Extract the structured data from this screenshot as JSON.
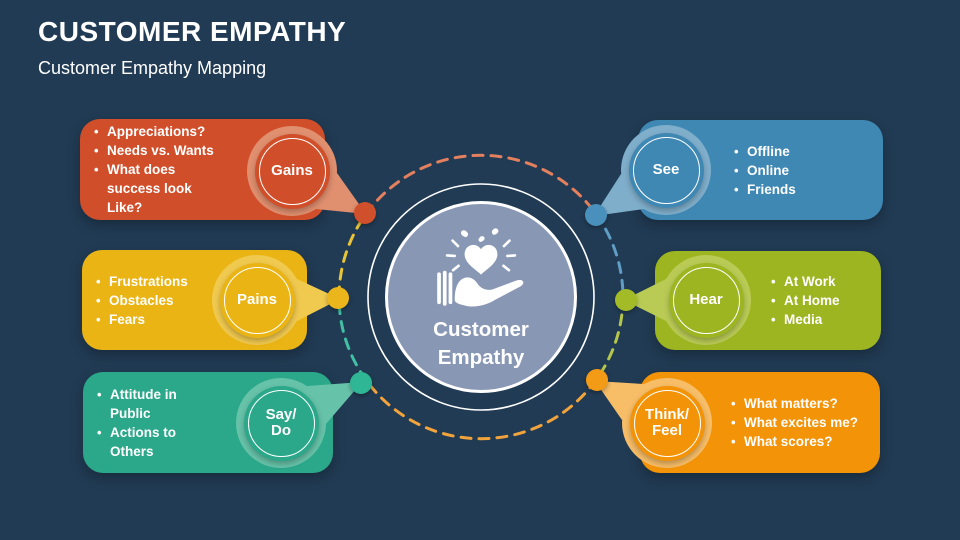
{
  "header": {
    "title": "CUSTOMER EMPATHY",
    "subtitle": "Customer Empathy Mapping"
  },
  "center": {
    "label": "Customer\nEmpathy",
    "icon": "hand-holding-heart"
  },
  "cards": {
    "gains": {
      "label": "Gains",
      "items": [
        "Appreciations?",
        "Needs vs. Wants",
        "What does success look Like?"
      ],
      "color": "#D14E2A",
      "ring_color": "#E08F6F",
      "dot_color": "#D1502C"
    },
    "pains": {
      "label": "Pains",
      "items": [
        "Frustrations",
        "Obstacles",
        "Fears"
      ],
      "color": "#E9B414",
      "ring_color": "#F0C94F",
      "dot_color": "#EAB61B"
    },
    "saydo": {
      "label": "Say/\nDo",
      "items": [
        "Attitude in Public",
        "Actions to Others"
      ],
      "color": "#2BA78A",
      "ring_color": "#66C2A8",
      "dot_color": "#2FB695"
    },
    "see": {
      "label": "See",
      "items": [
        "Offline",
        "Online",
        "Friends"
      ],
      "color": "#3F88B4",
      "ring_color": "#7FAECB",
      "dot_color": "#4A90BC"
    },
    "hear": {
      "label": "Hear",
      "items": [
        "At Work",
        "At Home",
        "Media"
      ],
      "color": "#9EB522",
      "ring_color": "#B9CB55",
      "dot_color": "#A3BB27"
    },
    "thinkfeel": {
      "label": "Think/\nFeel",
      "items": [
        "What matters?",
        "What excites me?",
        "What scores?"
      ],
      "color": "#F39307",
      "ring_color": "#F7BD67",
      "dot_color": "#F39B16"
    }
  },
  "colors": {
    "background": "#213B54",
    "center_fill": "#8897B4",
    "ring_white": "#FFFFFF",
    "arc_top_salmon": "#E5805F",
    "arc_right_upper_blue": "#609EC6",
    "arc_right_lower_olive": "#B5C74A",
    "arc_bottom_orange": "#F1A33C",
    "arc_left_lower_teal": "#43BFA4",
    "arc_left_upper_yellow": "#E8C436"
  }
}
